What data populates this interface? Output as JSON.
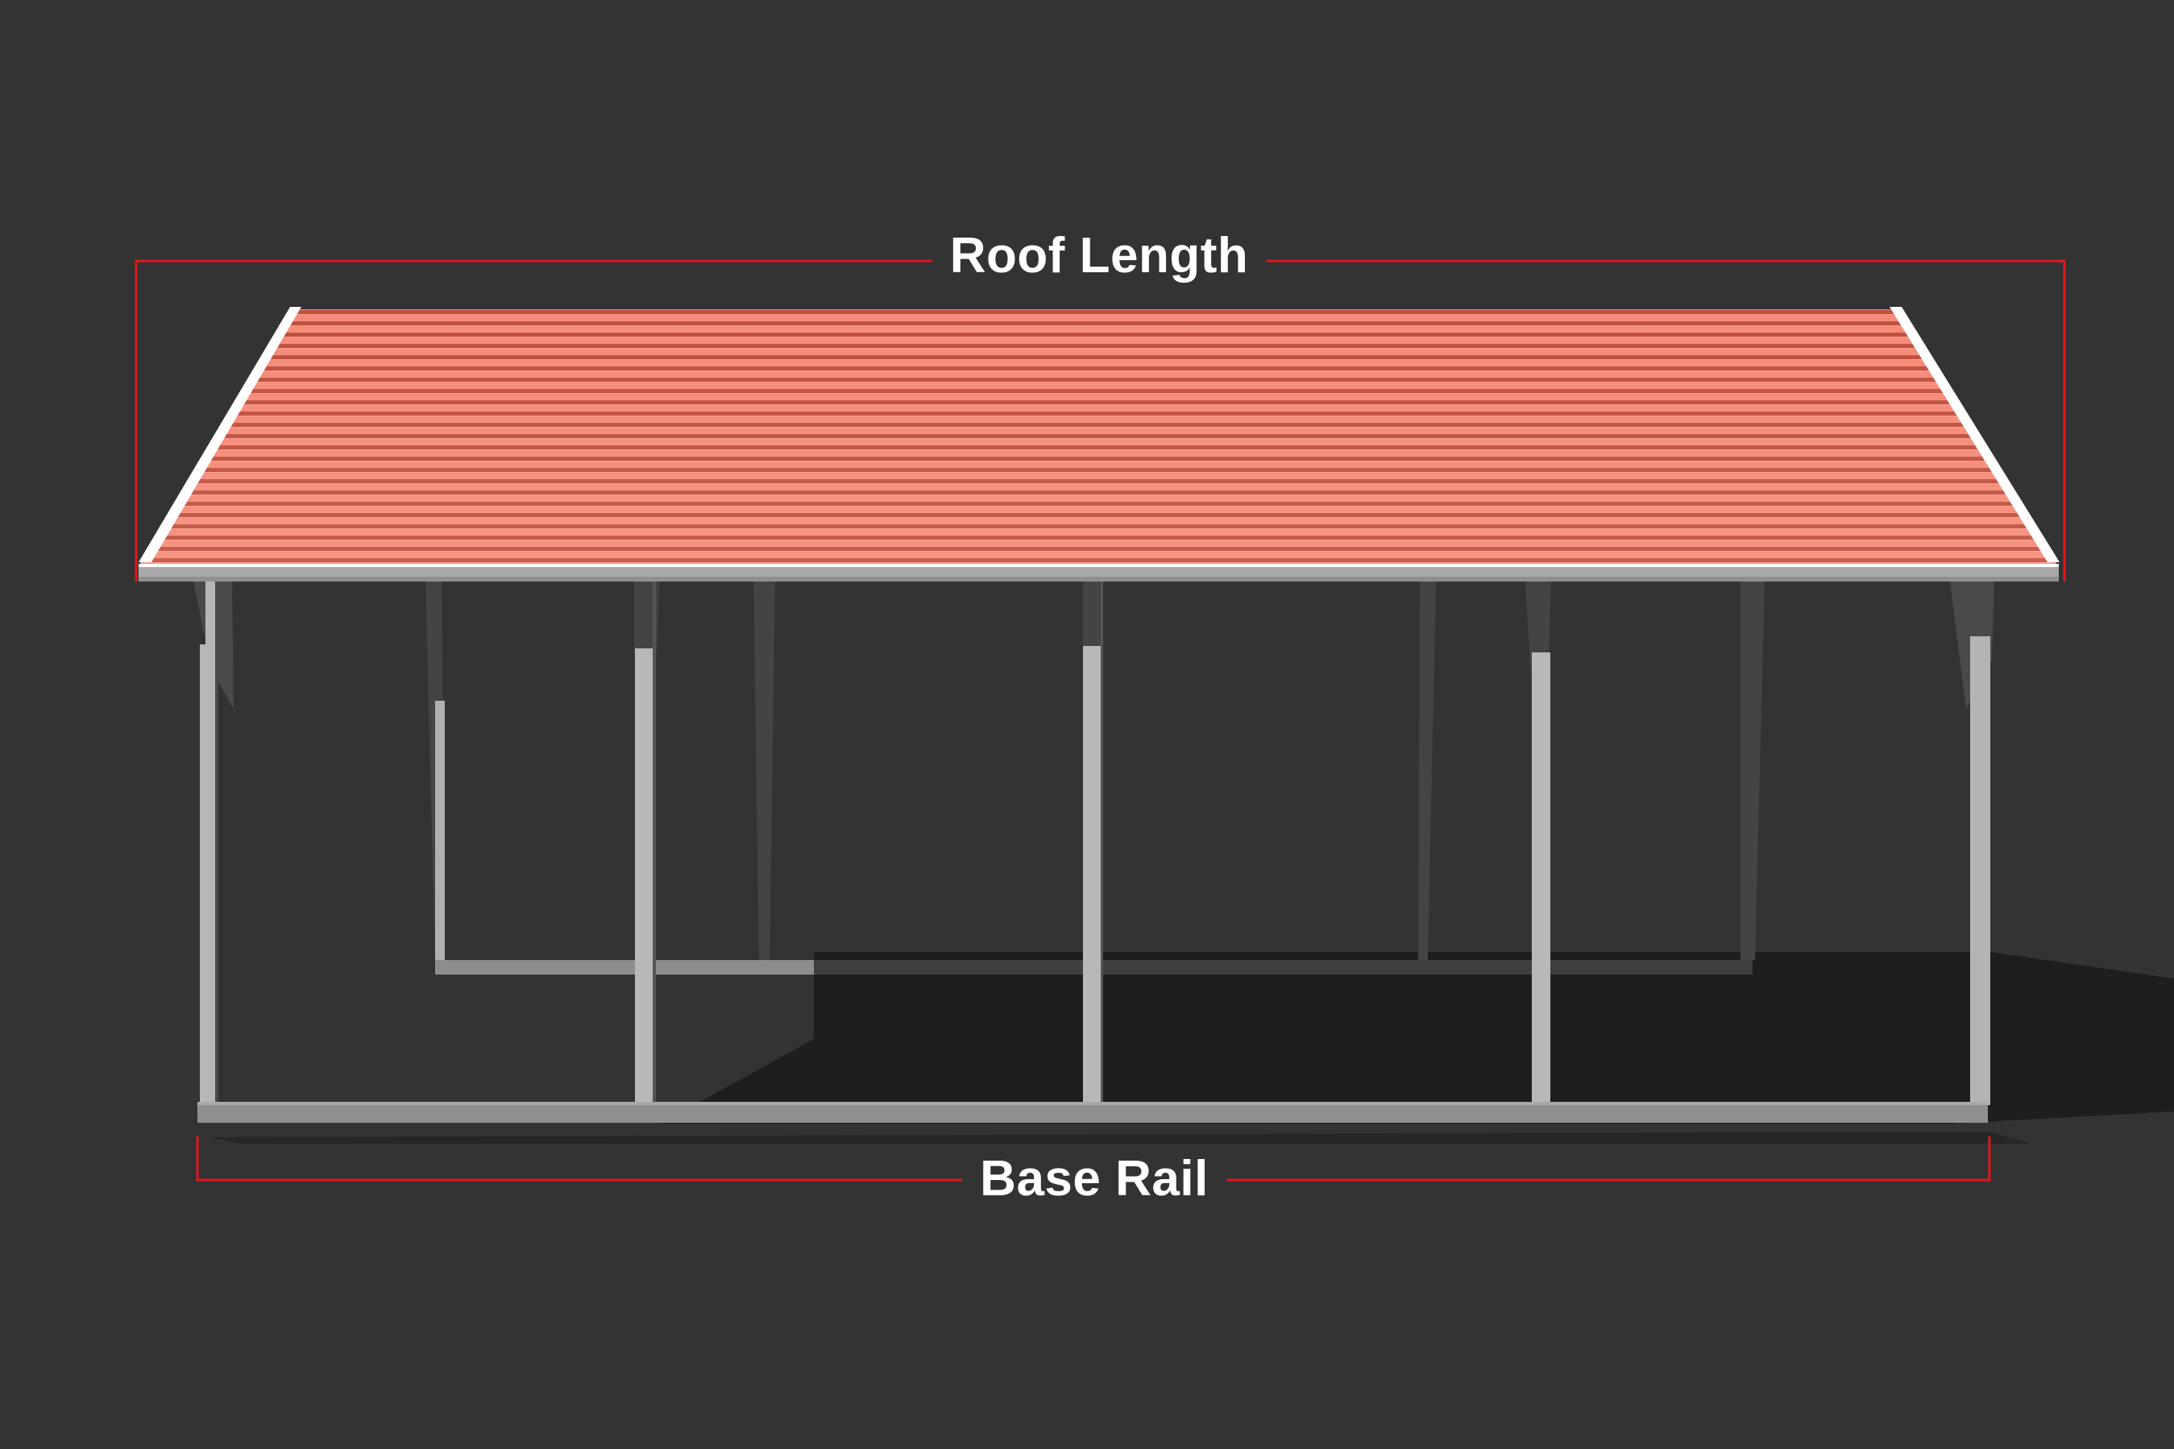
{
  "diagram": {
    "subject": "Carport frame with corrugated metal roof",
    "background_color": "#333333",
    "dimension_line_color": "#e3161c",
    "roof_color_light": "#f58a78",
    "roof_color_dark": "#bf4f42",
    "fascia_color": "#ffffff",
    "frame_color": "#b6b6b6",
    "frame_shadow_color": "#8f8f8f",
    "back_frame_color": "#444444",
    "ground_shadow_color": "#1e1e1e"
  },
  "annotations": {
    "roof_length": {
      "label": "Roof Length",
      "position": "top"
    },
    "base_rail": {
      "label": "Base Rail",
      "position": "bottom"
    }
  }
}
